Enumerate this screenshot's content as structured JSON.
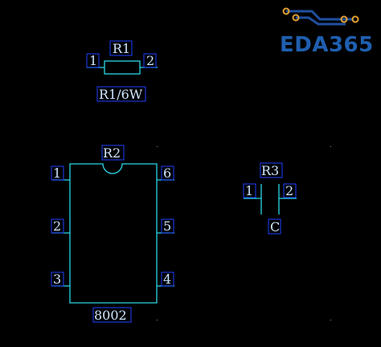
{
  "logo": {
    "text": "EDA365",
    "trace_color": "#1f4f9f",
    "pad_color": "#e0a030"
  },
  "colors": {
    "background": "#000000",
    "wire": "#2ad6e6",
    "label": "#cfe6ff",
    "label_box": "#1e3fff"
  },
  "components": {
    "r1": {
      "designator": "R1",
      "pin1": "1",
      "pin2": "2",
      "value": "R1/6W"
    },
    "r2": {
      "designator": "R2",
      "part": "8002",
      "pins": [
        "1",
        "2",
        "3",
        "4",
        "5",
        "6"
      ]
    },
    "r3": {
      "designator": "R3",
      "pin1": "1",
      "pin2": "2",
      "value": "C"
    }
  }
}
